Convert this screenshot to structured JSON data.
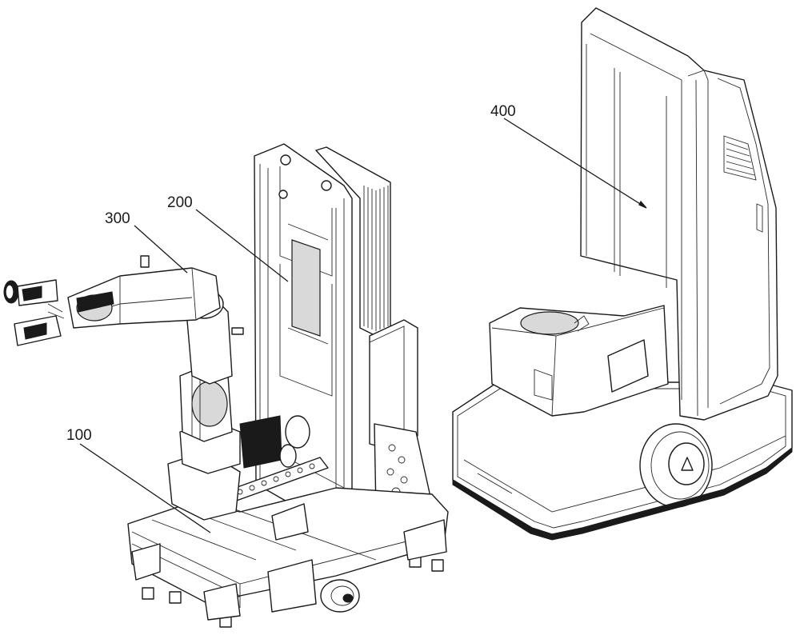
{
  "figure": {
    "labels": {
      "robot_base": "100",
      "lift_column": "200",
      "robot_arm": "300",
      "mobile_robot": "400"
    }
  }
}
